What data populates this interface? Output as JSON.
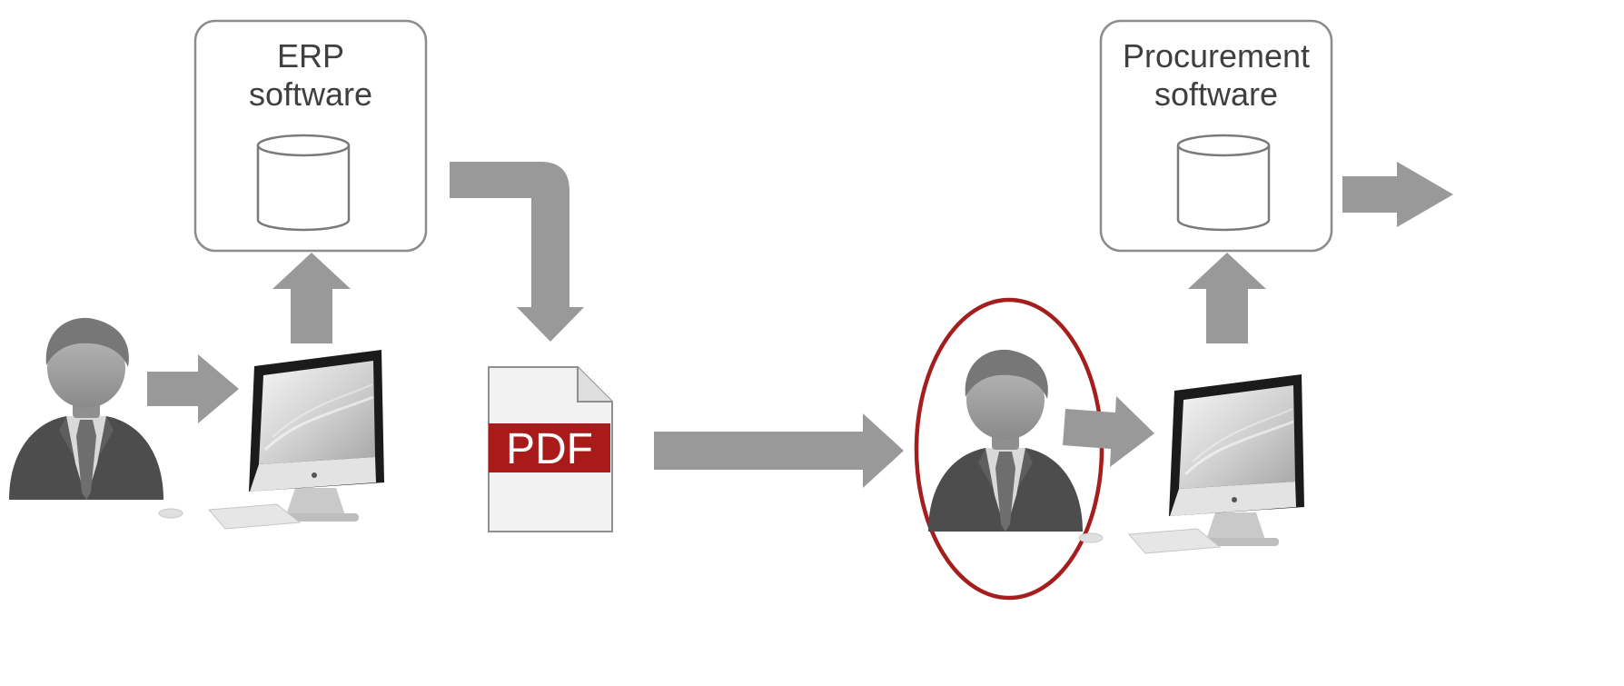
{
  "systems": [
    {
      "id": "erp",
      "label_lines": [
        "ERP",
        "software"
      ]
    },
    {
      "id": "procurement",
      "label_lines": [
        "Procurement",
        "software"
      ]
    }
  ],
  "document": {
    "label": "PDF"
  },
  "colors": {
    "arrow": "#999999",
    "box_border": "#8c8c8c",
    "pdf_band": "#a91b1b",
    "highlight": "#a51e1e",
    "monitor_frame": "#1b1b1b",
    "silver": "#d8d8d8"
  },
  "icons": [
    "user-icon",
    "computer-icon",
    "database-icon",
    "pdf-document-icon"
  ]
}
